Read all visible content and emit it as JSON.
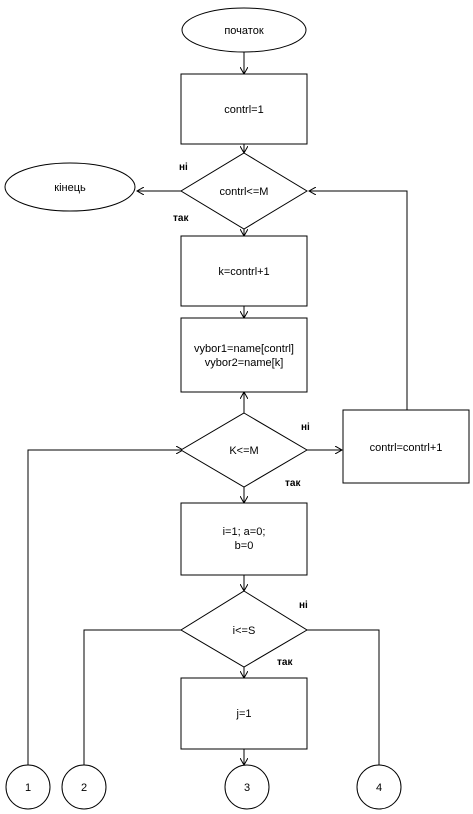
{
  "nodes": {
    "start": "початок",
    "init": "contrl=1",
    "cond_outer": "contrl<=M",
    "end": "кінець",
    "k_assign": "k=contrl+1",
    "vybor_line1": "vybor1=name[contrl]",
    "vybor_line2": "vybor2=name[k]",
    "cond_k": "K<=M",
    "increment": "contrl=contrl+1",
    "init_iab_line1": "i=1; a=0;",
    "init_iab_line2": "b=0",
    "cond_i": "i<=S",
    "j_assign": "j=1"
  },
  "connectors": {
    "c1": "1",
    "c2": "2",
    "c3": "3",
    "c4": "4"
  },
  "branch_labels": {
    "outer_no": "ні",
    "outer_yes": "так",
    "k_no": "ні",
    "k_yes": "так",
    "i_no": "ні",
    "i_yes": "так"
  }
}
